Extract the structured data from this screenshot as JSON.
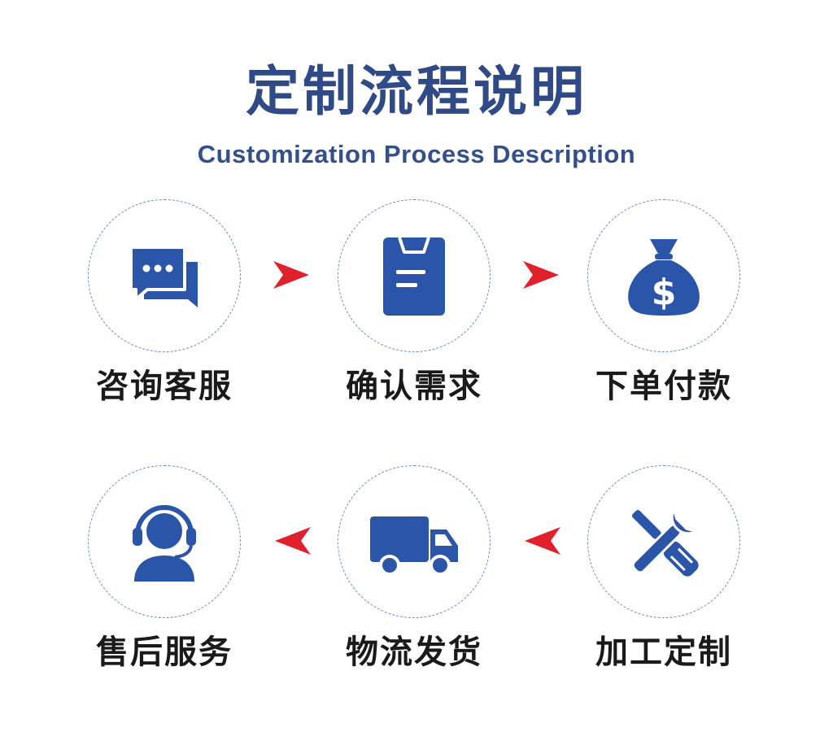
{
  "header": {
    "title": "定制流程说明",
    "subtitle": "Customization Process Description"
  },
  "steps": [
    {
      "label": "咨询客服",
      "icon": "chat-icon"
    },
    {
      "label": "确认需求",
      "icon": "clipboard-icon"
    },
    {
      "label": "下单付款",
      "icon": "money-bag-icon"
    },
    {
      "label": "加工定制",
      "icon": "tools-icon"
    },
    {
      "label": "物流发货",
      "icon": "truck-icon"
    },
    {
      "label": "售后服务",
      "icon": "headset-agent-icon"
    }
  ],
  "colors": {
    "primary": "#2a55a8",
    "title": "#2f4a87",
    "arrow": "#e0202a",
    "circle_border": "#6d8ec4"
  }
}
